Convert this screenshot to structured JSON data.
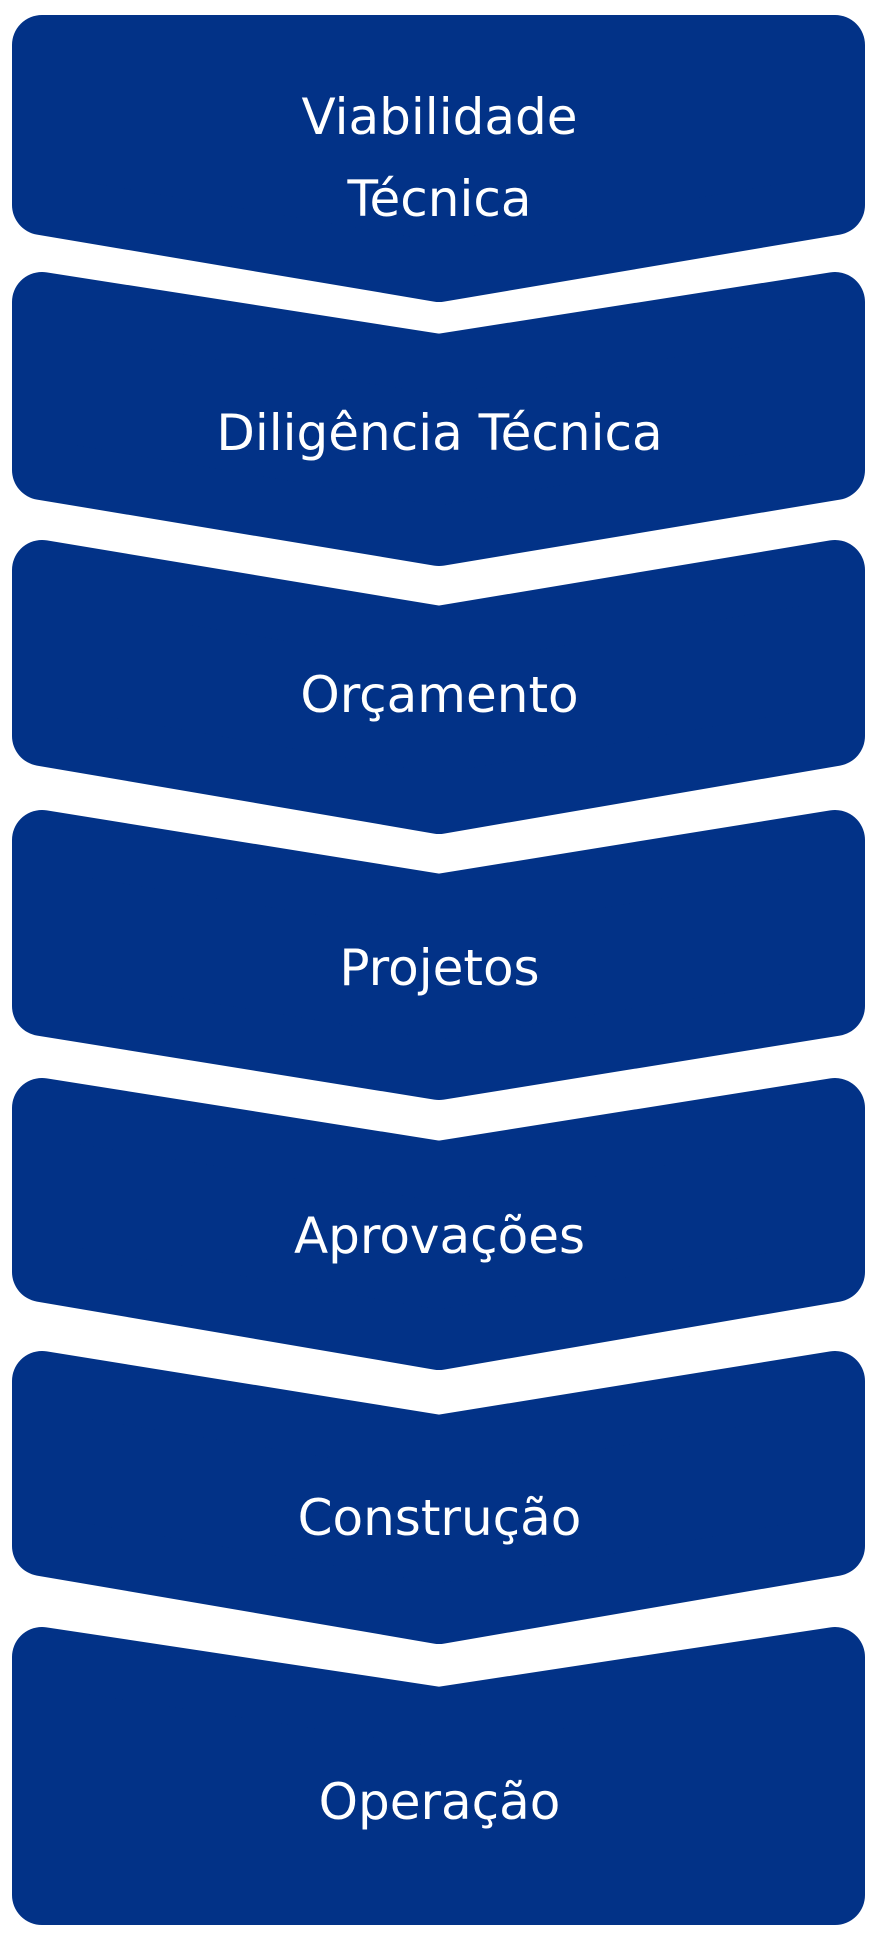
{
  "colors": {
    "step_fill": "#023287",
    "text": "#ffffff",
    "background": "#ffffff"
  },
  "steps": [
    {
      "label": "Viabilidade\nTécnica"
    },
    {
      "label": "Diligência Técnica"
    },
    {
      "label": "Orçamento"
    },
    {
      "label": "Projetos"
    },
    {
      "label": "Aprovações"
    },
    {
      "label": "Construção"
    },
    {
      "label": "Operação"
    }
  ]
}
